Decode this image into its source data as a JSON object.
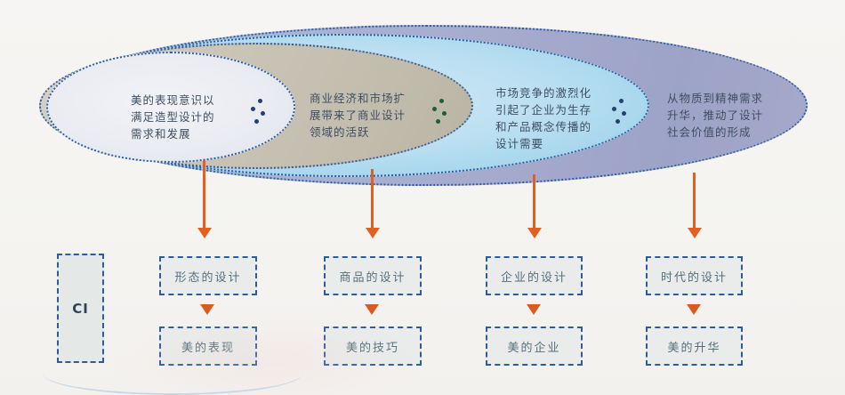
{
  "colors": {
    "background": "#f4f3f0",
    "ellipse_border_navy": "#2e5d9f",
    "box_border_navy": "#2d5c9e",
    "arrow_orange": "#e2601f",
    "ellipse1_fill": "#eaecf2",
    "ellipse2_fill_tan": "#c9c4b6",
    "ellipse3_fill_lightblue": "#bbdff1",
    "ellipse4_fill_lavender": "#a6abce",
    "box_fill": "#e9eceb",
    "box_text": "#54707b",
    "ellipse_text": "#3e4e60",
    "separator_dots_navy": "#23406e",
    "separator_dots_green": "#1d5c3c"
  },
  "diagram": {
    "ellipses": [
      {
        "name": "stage-1",
        "text": "美的表现意识以\n满足造型设计的\n需求和发展"
      },
      {
        "name": "stage-2",
        "text": "商业经济和市场扩\n展带来了商业设计\n领域的活跃"
      },
      {
        "name": "stage-3",
        "text": "市场竞争的激烈化\n引起了企业为生存\n和产品概念传播的\n设计需要"
      },
      {
        "name": "stage-4",
        "text": "从物质到精神需求\n升华，推动了设计\n社会价值的形成"
      }
    ],
    "ci_label": "CI",
    "columns": [
      {
        "design_label": "形态的设计",
        "beauty_label": "美的表现"
      },
      {
        "design_label": "商品的设计",
        "beauty_label": "美的技巧"
      },
      {
        "design_label": "企业的设计",
        "beauty_label": "美的企业"
      },
      {
        "design_label": "时代的设计",
        "beauty_label": "美的升华"
      }
    ]
  }
}
